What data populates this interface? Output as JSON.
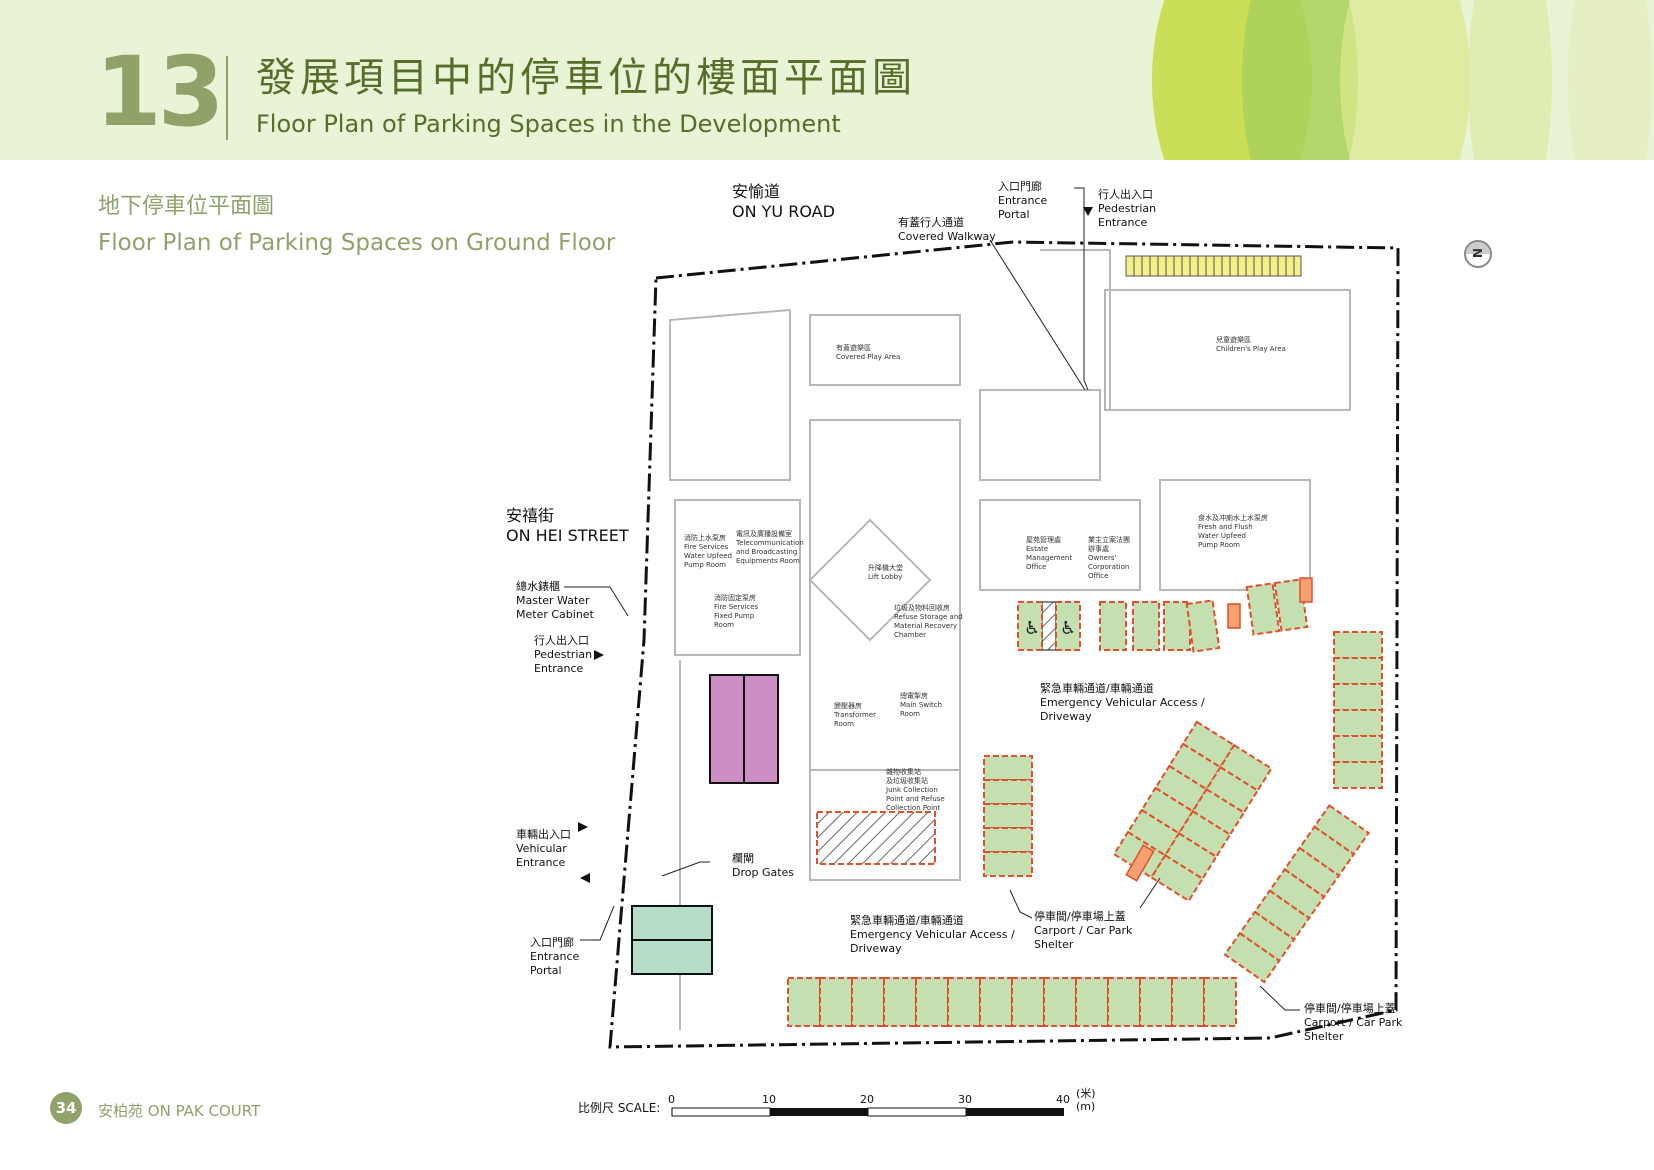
{
  "section": {
    "number": "13",
    "title_zh": "發展項目中的停車位的樓面平面圖",
    "title_en": "Floor Plan of Parking Spaces in the Development"
  },
  "subtitle": {
    "zh": "地下停車位平面圖",
    "en": "Floor Plan of Parking Spaces on Ground Floor"
  },
  "colors": {
    "header_bg": "#e9f3d6",
    "accent": "#8ea26a",
    "title": "#556f2a",
    "parking_green": "#c4e0b0",
    "parking_dash": "#e0502a",
    "loading_magenta": "#cc8fc4",
    "motorcycle_yellow": "#f3ef8a",
    "teal_bay": "#b5ddc8"
  },
  "roads": {
    "on_yu_road": "安愉道\nON YU ROAD",
    "on_hei_street": "安禧街\nON HEI STREET"
  },
  "labels": {
    "entrance_portal_top": "入口門廊\nEntrance\nPortal",
    "pedestrian_entrance_top": "行人出入口\nPedestrian\nEntrance",
    "covered_walkway": "有蓋行人通道\nCovered Walkway",
    "master_water_meter": "總水錶櫃\nMaster Water\nMeter Cabinet",
    "pedestrian_entrance_left": "行人出入口\nPedestrian\nEntrance",
    "vehicular_entrance": "車輛出入口\nVehicular\nEntrance",
    "drop_gates": "欄閘\nDrop Gates",
    "entrance_portal_bottom": "入口門廊\nEntrance\nPortal",
    "eva_upper": "緊急車輛通道/車輛通道\nEmergency Vehicular Access /\nDriveway",
    "eva_lower": "緊急車輛通道/車輛通道\nEmergency Vehicular Access /\nDriveway",
    "carport_1": "停車間/停車場上蓋\nCarport / Car Park\nShelter",
    "carport_2": "停車間/停車場上蓋\nCarport / Car Park\nShelter"
  },
  "rooms": {
    "covered_play_area": "有蓋遊樂區\nCovered Play Area",
    "childrens_play_area": "兒童遊樂區\nChildren's Play Area",
    "fire_services_upfeed": "消防上水泵房\nFire Services\nWater Upfeed\nPump Room",
    "telecom": "電訊及廣播設備室\nTelecommunication\nand Broadcasting\nEquipments Room",
    "lift_lobby": "升降機大堂\nLift Lobby",
    "estate_management": "屋苑管理處\nEstate\nManagement\nOffice",
    "owners_corporation": "業主立案法團\n辦事處\nOwners'\nCorporation\nOffice",
    "fresh_flush_pump": "食水及冲廁水上水泵房\nFresh and Flush\nWater Upfeed\nPump Room",
    "fire_fixed_pump": "消防固定泵房\nFire Services\nFixed Pump\nRoom",
    "refuse_storage": "垃圾及物料回收房\nRefuse Storage and\nMaterial Recovery\nChamber",
    "transformer": "變壓器房\nTransformer\nRoom",
    "main_switch": "總電掣房\nMain Switch\nRoom",
    "junk_collection": "雜物收集站\n及垃圾收集站\nJunk Collection\nPoint and Refuse\nCollection Point"
  },
  "footer": {
    "page": "34",
    "name": "安柏苑  ON PAK COURT"
  },
  "scale": {
    "label": "比例尺  SCALE:",
    "ticks": [
      "0",
      "10",
      "20",
      "30",
      "40"
    ],
    "unit": "(米)\n(m)"
  }
}
